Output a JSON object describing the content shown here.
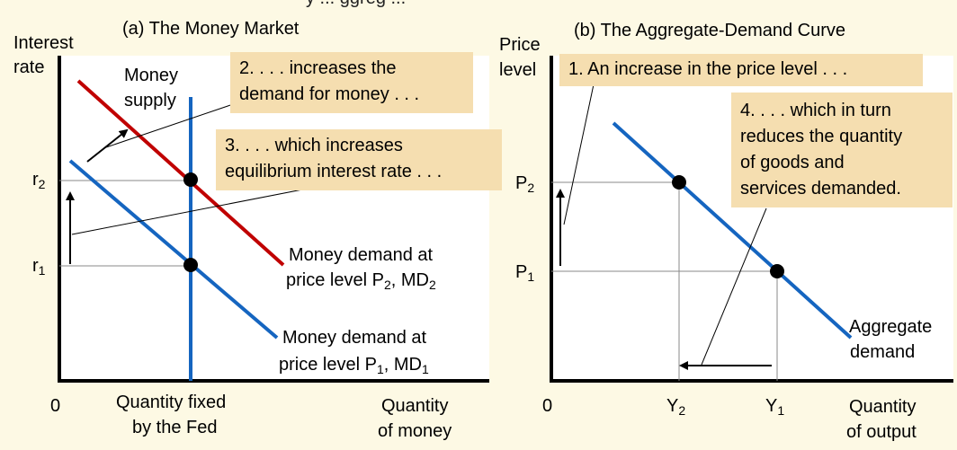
{
  "top_partial": "y ... ggreg ...",
  "panel_a": {
    "title": "(a) The Money Market",
    "y_axis_label": [
      "Interest",
      "rate"
    ],
    "x_axis_origin": "0",
    "x_axis_label": [
      "Quantity",
      "of money"
    ],
    "r2": {
      "base": "r",
      "sub": "2"
    },
    "r1": {
      "base": "r",
      "sub": "1"
    },
    "money_supply_label": [
      "Money",
      "supply"
    ],
    "quantity_fixed_label": [
      "Quantity fixed",
      "by the Fed"
    ],
    "md2_label": {
      "line1": "Money demand at",
      "line2_pre": "price level P",
      "line2_sub1": "2",
      "line2_mid": ", MD",
      "line2_sub2": "2"
    },
    "md1_label": {
      "line1": "Money demand at",
      "line2_pre": "price level P",
      "line2_sub1": "1",
      "line2_mid": ", MD",
      "line2_sub2": "1"
    },
    "callout_2": [
      "2. . . . increases the",
      "demand for money . . ."
    ],
    "callout_3": [
      "3. . . . which increases",
      "equilibrium interest rate . . ."
    ]
  },
  "panel_b": {
    "title": "(b) The Aggregate-Demand Curve",
    "y_axis_label": [
      "Price",
      "level"
    ],
    "x_axis_origin": "0",
    "x_axis_label": [
      "Quantity",
      "of output"
    ],
    "p2": {
      "base": "P",
      "sub": "2"
    },
    "p1": {
      "base": "P",
      "sub": "1"
    },
    "y2": {
      "base": "Y",
      "sub": "2"
    },
    "y1": {
      "base": "Y",
      "sub": "1"
    },
    "ad_label": [
      "Aggregate",
      "demand"
    ],
    "callout_1": [
      "1. An increase in the price level . . ."
    ],
    "callout_4": [
      "4. . . . which in turn",
      "reduces the quantity",
      "of  goods and",
      "services  demanded."
    ]
  },
  "colors": {
    "background": "#fdf9e4",
    "callout": "#f5deb0",
    "md2_curve": "#c00000",
    "md1_curve": "#1565c0",
    "money_supply": "#1565c0",
    "ad_curve": "#1565c0"
  },
  "icons": [
    "up-arrow-icon",
    "left-arrow-icon",
    "diagonal-arrow-icon"
  ]
}
